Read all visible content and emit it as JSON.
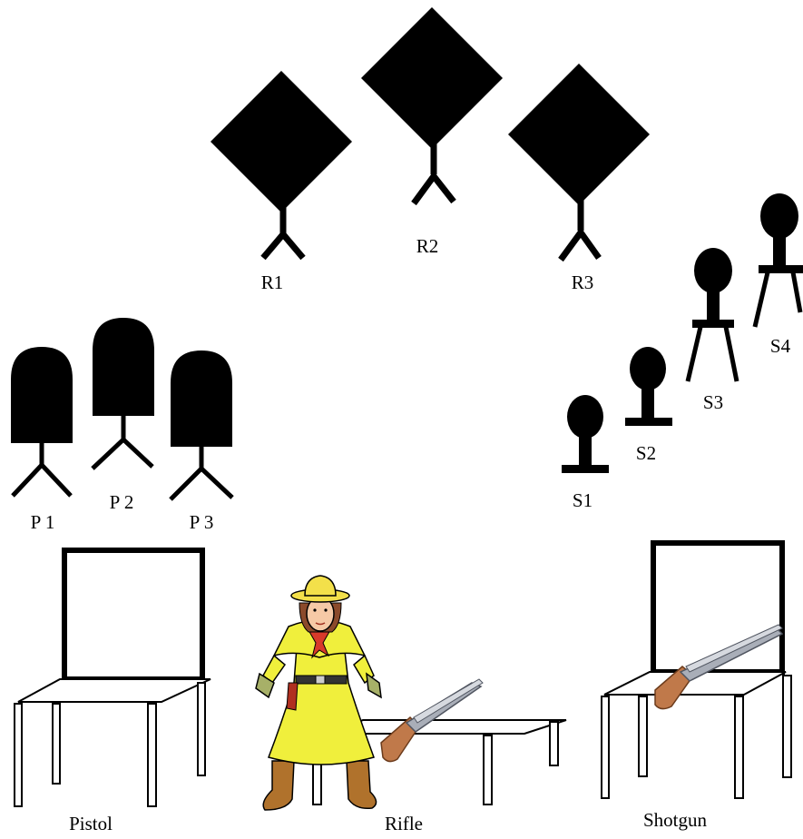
{
  "rifle_targets": [
    {
      "label": "R1",
      "name": "rifle-target-r1"
    },
    {
      "label": "R2",
      "name": "rifle-target-r2"
    },
    {
      "label": "R3",
      "name": "rifle-target-r3"
    }
  ],
  "pistol_targets": [
    {
      "label": "P 1",
      "name": "pistol-target-p1"
    },
    {
      "label": "P 2",
      "name": "pistol-target-p2"
    },
    {
      "label": "P 3",
      "name": "pistol-target-p3"
    }
  ],
  "shotgun_targets": [
    {
      "label": "S1",
      "name": "shotgun-target-s1"
    },
    {
      "label": "S2",
      "name": "shotgun-target-s2"
    },
    {
      "label": "S3",
      "name": "shotgun-target-s3"
    },
    {
      "label": "S4",
      "name": "shotgun-target-s4"
    }
  ],
  "stations": [
    {
      "label": "Pistol",
      "name": "pistol-station"
    },
    {
      "label": "Rifle",
      "name": "rifle-station"
    },
    {
      "label": "Shotgun",
      "name": "shotgun-station"
    }
  ],
  "colors": {
    "target": "#000000",
    "shooter_dress": "#f0ef3c",
    "shooter_hat": "#f3e04a",
    "gloves": "#a7b068",
    "boots": "#b0722c",
    "gun_stock": "#c0794a",
    "gun_barrel": "#a9aeb8"
  }
}
